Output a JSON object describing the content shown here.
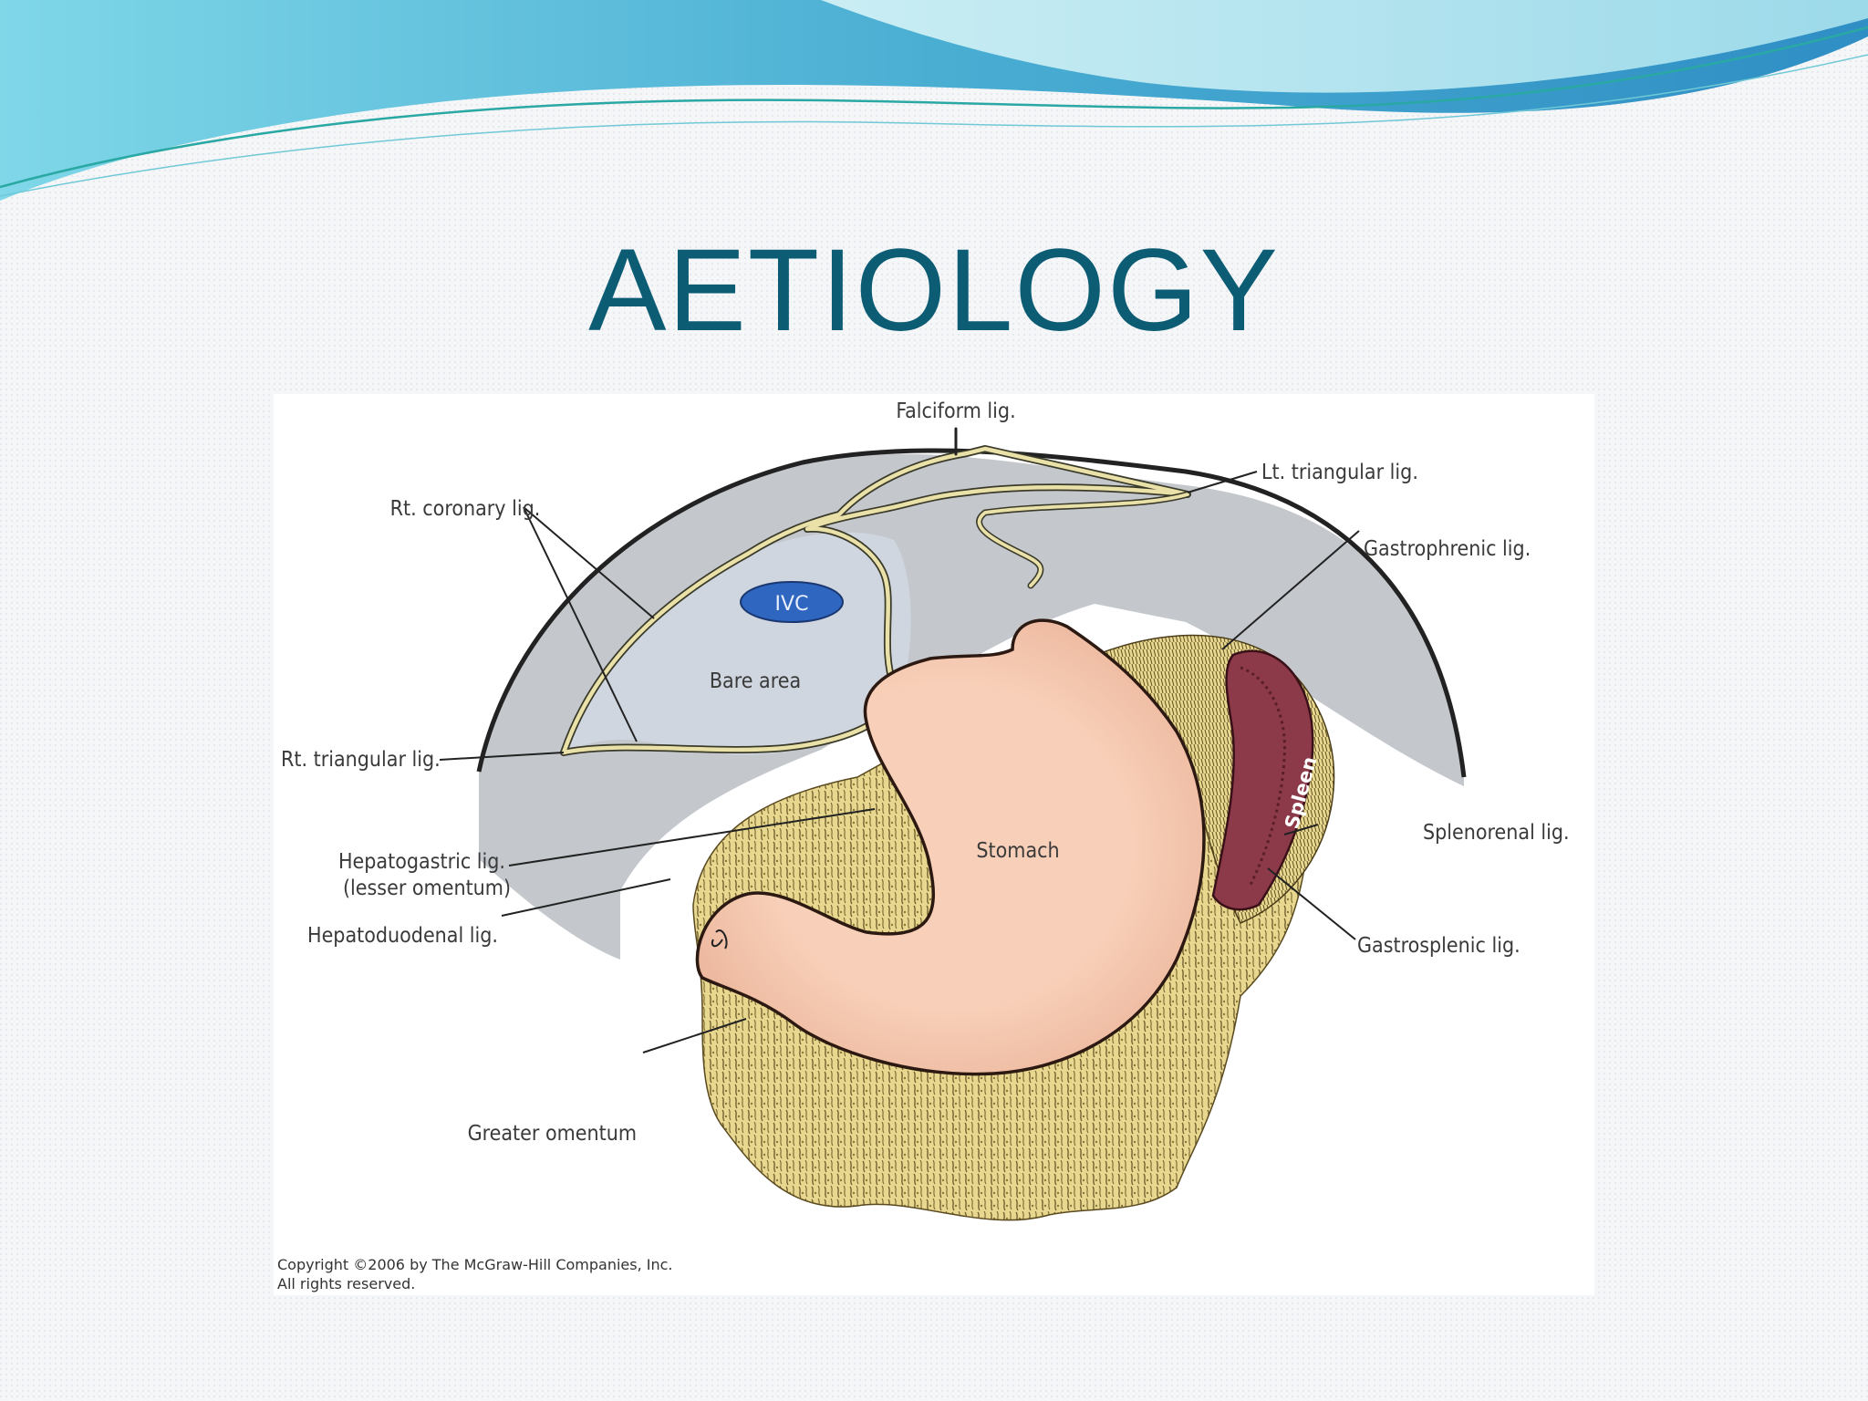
{
  "slide": {
    "title": "AETIOLOGY",
    "title_color": "#0c5c74"
  },
  "theme": {
    "wave_dark": "#5ab8d6",
    "wave_light": "#bfe8f1",
    "wave_line": "#2aa8a4"
  },
  "figure": {
    "labels": {
      "falciform": "Falciform lig.",
      "lt_triangular": "Lt. triangular lig.",
      "rt_coronary": "Rt. coronary lig.",
      "gastrophrenic": "Gastrophrenic lig.",
      "ivc": "IVC",
      "bare_area": "Bare area",
      "rt_triangular": "Rt. triangular lig.",
      "spleen": "Spleen",
      "stomach": "Stomach",
      "splenorenal": "Splenorenal lig.",
      "hepatogastric_1": "Hepatogastric lig.",
      "hepatogastric_2": "(lesser omentum)",
      "hepatoduodenal": "Hepatoduodenal lig.",
      "gastrosplenic": "Gastrosplenic lig.",
      "greater_omentum": "Greater omentum"
    },
    "copyright_line1": "Copyright ©2006 by The McGraw-Hill Companies, Inc.",
    "copyright_line2": "All rights reserved.",
    "colors": {
      "liver_bg": "#c3c7cc",
      "bare_area": "#ced5de",
      "ligament": "#e7dfa6",
      "ivc": "#2f66c0",
      "stomach": "#f7cbb3",
      "spleen": "#8c3a4a",
      "omentum": "#e6d58c"
    }
  }
}
